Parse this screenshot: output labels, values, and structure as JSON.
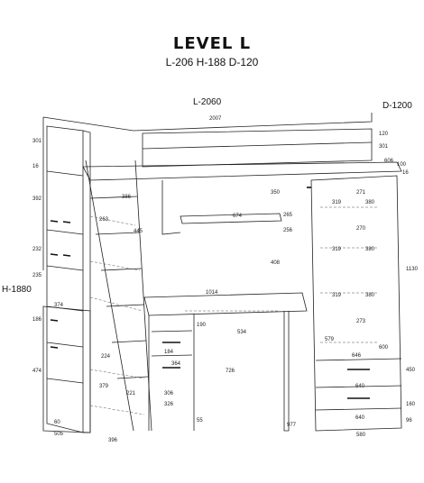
{
  "title": "LEVEL L",
  "subtitle": "L-206 H-188 D-120",
  "labels": {
    "length": "L-2060",
    "depth": "D-1200",
    "height": "H-1880"
  },
  "dims": {
    "d2007": "2007",
    "d120": "120",
    "d301": "301",
    "d16a": "16",
    "d16b": "16",
    "d606": "606",
    "d100": "100",
    "d350": "350",
    "d392": "392",
    "d386": "386",
    "d232": "232",
    "d235": "235",
    "d186": "186",
    "d474": "474",
    "d505": "505",
    "d396": "396",
    "d1130": "1130",
    "d1014": "1014",
    "d534": "534",
    "d726": "726",
    "d977": "977",
    "d580": "580",
    "d646": "646",
    "d450": "450",
    "d640a": "640",
    "d640b": "640",
    "d374": "374",
    "d445": "445",
    "d263": "263",
    "d224": "224",
    "d221": "221",
    "d190": "190",
    "d160": "160",
    "d96": "96",
    "d55": "55",
    "d60": "60",
    "d271": "271",
    "d319a": "319",
    "d319b": "319",
    "d319c": "319",
    "d380a": "380",
    "d380b": "380",
    "d380c": "380",
    "d273": "273",
    "d270": "270",
    "d408": "408",
    "d674": "674",
    "d600": "600",
    "d265": "265",
    "d256": "256",
    "d579": "579",
    "d379": "379",
    "d364": "364",
    "d184": "184",
    "d326": "326",
    "d306": "306"
  }
}
